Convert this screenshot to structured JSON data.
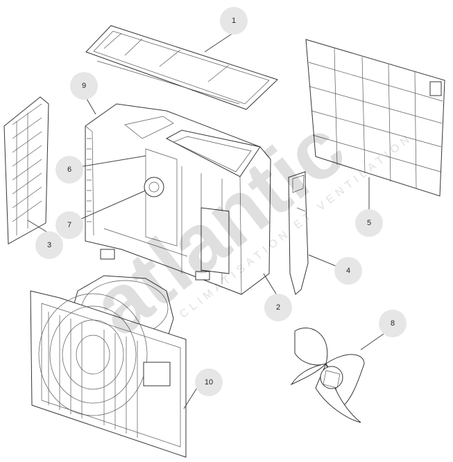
{
  "diagram": {
    "callouts": [
      {
        "id": "top-cover",
        "label": "1"
      },
      {
        "id": "casing-right",
        "label": "2"
      },
      {
        "id": "side-grille",
        "label": "3"
      },
      {
        "id": "side-panel",
        "label": "4"
      },
      {
        "id": "rear-grid",
        "label": "5"
      },
      {
        "id": "fan-motor-bracket",
        "label": "6"
      },
      {
        "id": "fan-motor",
        "label": "7"
      },
      {
        "id": "fan-propeller",
        "label": "8"
      },
      {
        "id": "coil",
        "label": "9"
      },
      {
        "id": "front-panel",
        "label": "10"
      }
    ]
  },
  "watermark": {
    "brand": "atlantic",
    "tagline": "CLIMATISATION ET VENTILATION"
  }
}
